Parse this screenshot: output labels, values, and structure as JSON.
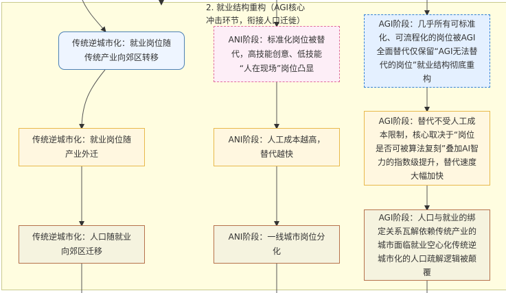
{
  "subgraph": {
    "label": "2. 就业结构重构（AGI核心冲击环节，衔接人口迁徙）",
    "label_lines": [
      "2. 就业结构重构（AGI核心",
      "冲击环节，衔接人口迁徙）"
    ]
  },
  "columns": {
    "traditional": {
      "nodes": [
        {
          "lines": [
            "传统逆城市化：就业岗位随",
            "传统产业向郊区转移"
          ],
          "style": "blue-rounded"
        },
        {
          "lines": [
            "传统逆城市化：就业岗位随",
            "产业外迁"
          ],
          "style": "orange"
        },
        {
          "lines": [
            "传统逆城市化：人口随就业",
            "向郊区迁移"
          ],
          "style": "brown"
        }
      ]
    },
    "ani": {
      "nodes": [
        {
          "lines": [
            "ANI阶段：标准化岗位被替",
            "代，高技能创意、低技能",
            "“人在现场”岗位凸显"
          ],
          "style": "pink-dashed"
        },
        {
          "lines": [
            "ANI阶段：人工成本越高，",
            "替代越快"
          ],
          "style": "orange"
        },
        {
          "lines": [
            "ANI阶段：一线城市岗位分",
            "化"
          ],
          "style": "brown"
        }
      ]
    },
    "agi": {
      "nodes": [
        {
          "lines": [
            "AGI阶段：几乎所有可标准",
            "化、可流程化的岗位被AGI",
            "全面替代仅保留“AGI无法替",
            "代的岗位”就业结构彻底重",
            "构"
          ],
          "style": "blue-dashed"
        },
        {
          "lines": [
            "AGI阶段：替代不受人工成",
            "本限制，核心取决于“岗位",
            "是否可被算法复刻”叠加AI智",
            "力的指数级提升，替代速度",
            "大幅加快"
          ],
          "style": "orange"
        },
        {
          "lines": [
            "AGI阶段：人口与就业的绑",
            "定关系瓦解依赖传统产业的",
            "城市面临就业空心化传统逆",
            "城市化的人口疏解逻辑被颠",
            "覆"
          ],
          "style": "brown"
        }
      ]
    }
  },
  "colors": {
    "subgraph_fill": "#fffde0",
    "subgraph_border": "#c9c98c",
    "blue_node_border": "#4a7fb5",
    "pink_node_border": "#e06b9b",
    "blue_dashed_border": "#2f7fd4",
    "orange_node_border": "#e8b84a",
    "brown_node_border": "#b5704a",
    "edge": "#555555"
  }
}
